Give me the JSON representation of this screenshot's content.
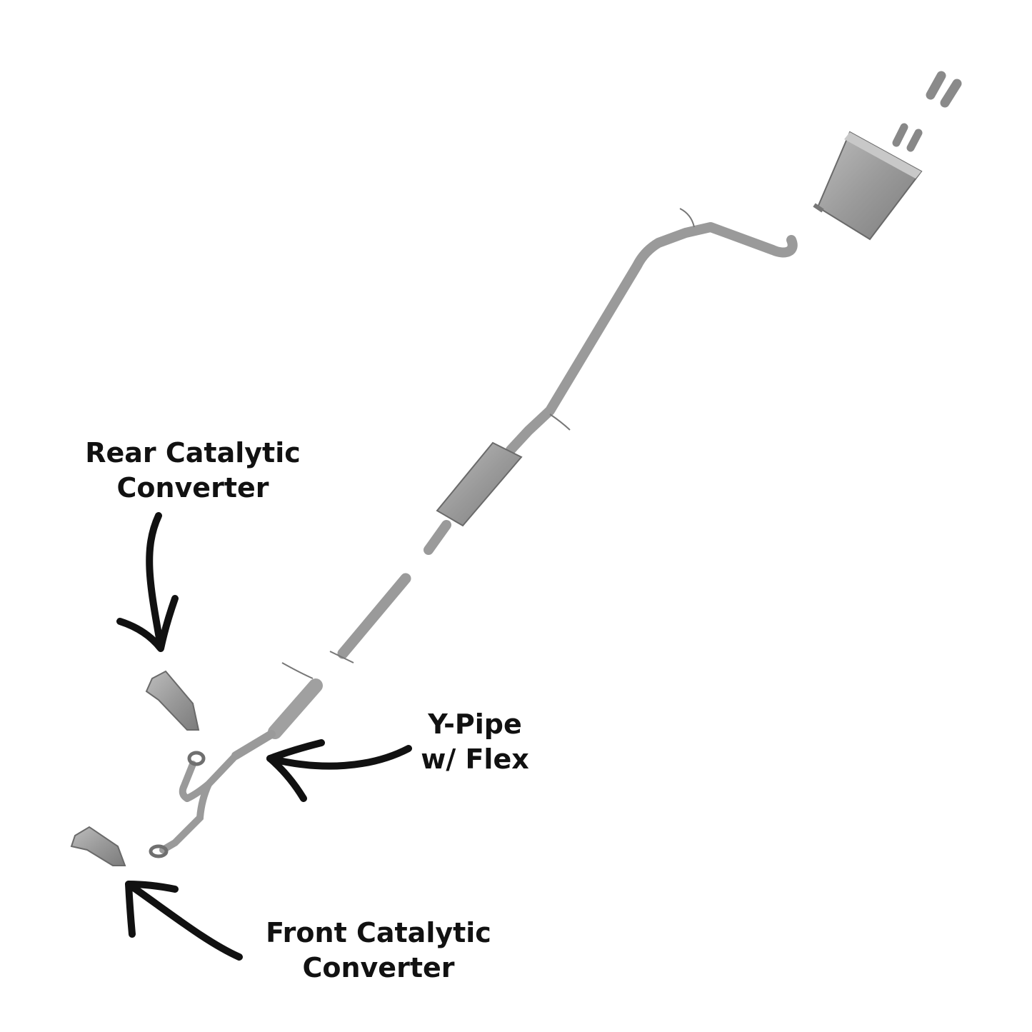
{
  "labels": {
    "rear_catalytic_converter": {
      "line1": "Rear Catalytic",
      "line2": "Converter"
    },
    "y_pipe_flex": {
      "line1": "Y-Pipe",
      "line2": "w/ Flex"
    },
    "front_catalytic_converter": {
      "line1": "Front Catalytic",
      "line2": "Converter"
    }
  },
  "colors": {
    "background": "#ffffff",
    "pipe": "#9c9c9c",
    "pipe_dark": "#6f6f6f",
    "arrow": "#111111",
    "text": "#111111"
  }
}
